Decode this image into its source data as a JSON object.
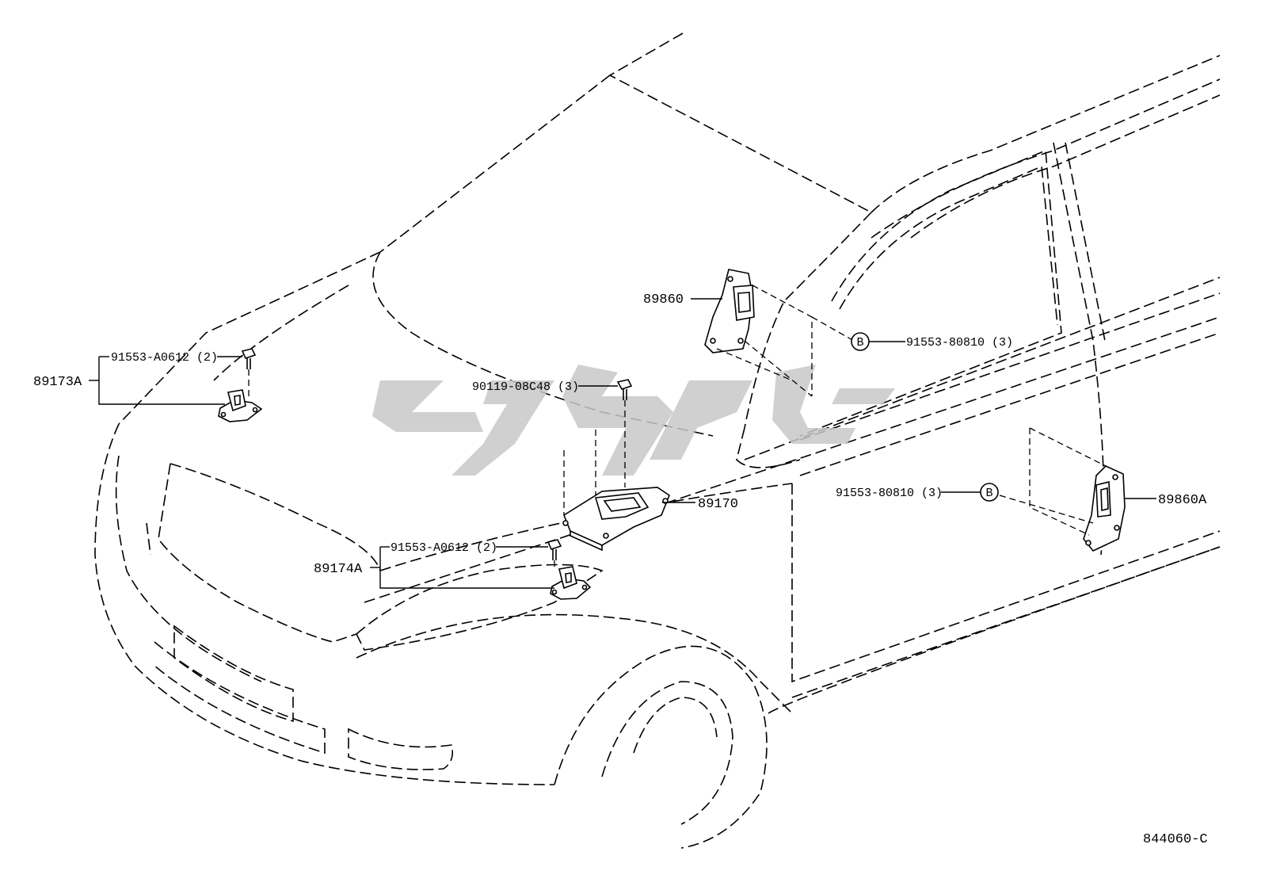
{
  "parts": {
    "p89173A": "89173A",
    "p91553A0612_upper": "91553-A0612 (2)",
    "p90119_08C48": "90119-08C48 (3)",
    "p89860": "89860",
    "p91553_80810_upper": "91553-80810 (3)",
    "p89170": "89170",
    "p91553_80810_lower": "91553-80810 (3)",
    "p89860A": "89860A",
    "p89174A": "89174A",
    "p91553A0612_lower": "91553-A0612 (2)"
  },
  "markers": {
    "b_upper": "B",
    "b_lower": "B"
  },
  "figure_code": "844060-C",
  "colors": {
    "line": "#000000",
    "background": "#ffffff",
    "watermark": "#c8c8c8"
  }
}
